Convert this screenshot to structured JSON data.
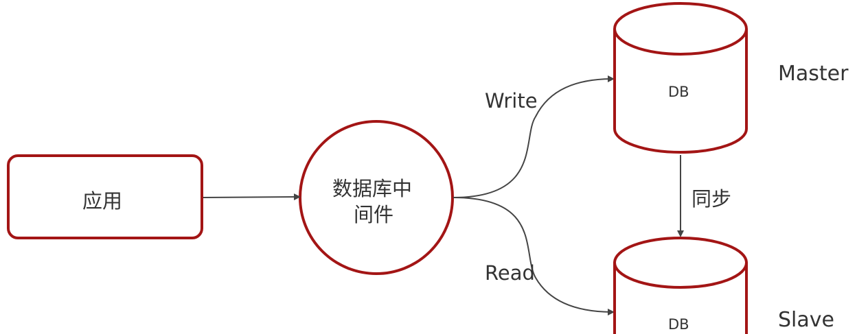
{
  "nodes": {
    "app": "应用",
    "middleware_line1": "数据库中",
    "middleware_line2": "间件",
    "master_db": "DB",
    "slave_db": "DB"
  },
  "edges": {
    "write": "Write",
    "read": "Read",
    "sync": "同步"
  },
  "roles": {
    "master": "Master",
    "slave": "Slave"
  },
  "colors": {
    "node_border": "#a31515",
    "edge": "#444444"
  }
}
